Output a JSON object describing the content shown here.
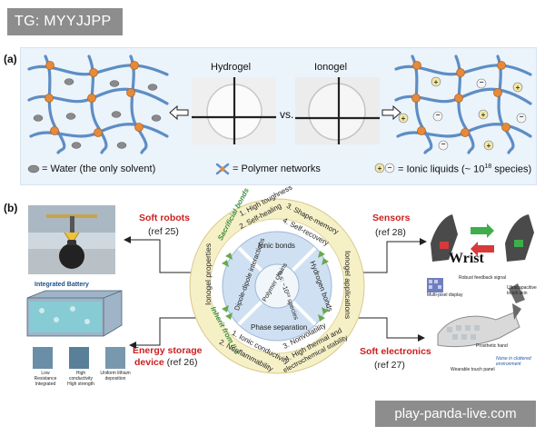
{
  "tag": {
    "text": "TG: MYYJJPP"
  },
  "watermark": {
    "text": "play-panda-live.com"
  },
  "panel_a": {
    "label": "(a)",
    "hydrogel_label": "Hydrogel",
    "ionogel_label": "Ionogel",
    "vs_label": "vs.",
    "legend": {
      "water": "= Water (the only solvent)",
      "polymer": "= Polymer networks",
      "ionic": "= Ionic liquids (~ 10",
      "ionic_exp": "18",
      "ionic_tail": " species)"
    }
  },
  "panel_b": {
    "label": "(b)",
    "soft_robots": {
      "title": "Soft robots",
      "ref": "(ref 25)"
    },
    "sensors": {
      "title": "Sensors",
      "ref": "(ref 28)",
      "wrist": "Wrist"
    },
    "energy": {
      "title1": "Energy storage",
      "title2": "device",
      "ref": "(ref 26)",
      "battery": "Integrated Battery",
      "caption1a": "Low Resistance",
      "caption1b": "Integrated",
      "caption2a": "High conductivity",
      "caption2b": "High strength",
      "caption3a": "Uniform lithium",
      "caption3b": "deposition"
    },
    "soft_electronics": {
      "title": "Soft electronics",
      "ref": "(ref 27)",
      "label_robust": "Robust feedback signal",
      "label_multi": "Multi-pixel display",
      "label_ultra1": "Ultracapacitive",
      "label_ultra2": "touch skin",
      "label_prosthetic": "Prosthetic hand",
      "label_noise1": "Noise in cluttered",
      "label_noise2": "environment",
      "label_wearable": "Wearable touch panel"
    },
    "wheel": {
      "ionogel_properties1": "Ionogel",
      "ionogel_properties2": "properties",
      "ionogel_applications1": "Ionogel",
      "ionogel_applications2": "applications",
      "sacrificial1": "Sacrificial",
      "sacrificial2": "bonds",
      "inherit1": "Inherit",
      "inherit2": "from ILs",
      "p1": "1. High toughness",
      "p2": "2. Self-healing",
      "p3": "3. Shape-memory",
      "p4": "4. Self-recovery",
      "q1": "1. Ionic conductivity",
      "q2": "2. Nonflammability",
      "q3": "3. Nonvolatility",
      "q4": "4. High thermal and",
      "q4b": "electrochemical stability",
      "ionic_bonds": "Ionic bonds",
      "hydrogen_bonds": "Hydrogen bonds",
      "phase_separation": "Phase separation",
      "dipole1": "Dipole-dipole",
      "dipole2": "interactions",
      "polymer_chains": "Polymer chains",
      "ils_species": "ILs: ~10¹⁸ species"
    }
  },
  "colors": {
    "accent_red": "#cc1f1f",
    "blue_net": "#5d8dc4",
    "orange_node": "#e58a3b",
    "wheel_yellow": "#f6f0c7",
    "wheel_blue": "#cfe0f2",
    "green_arrow": "#6aa84f"
  }
}
